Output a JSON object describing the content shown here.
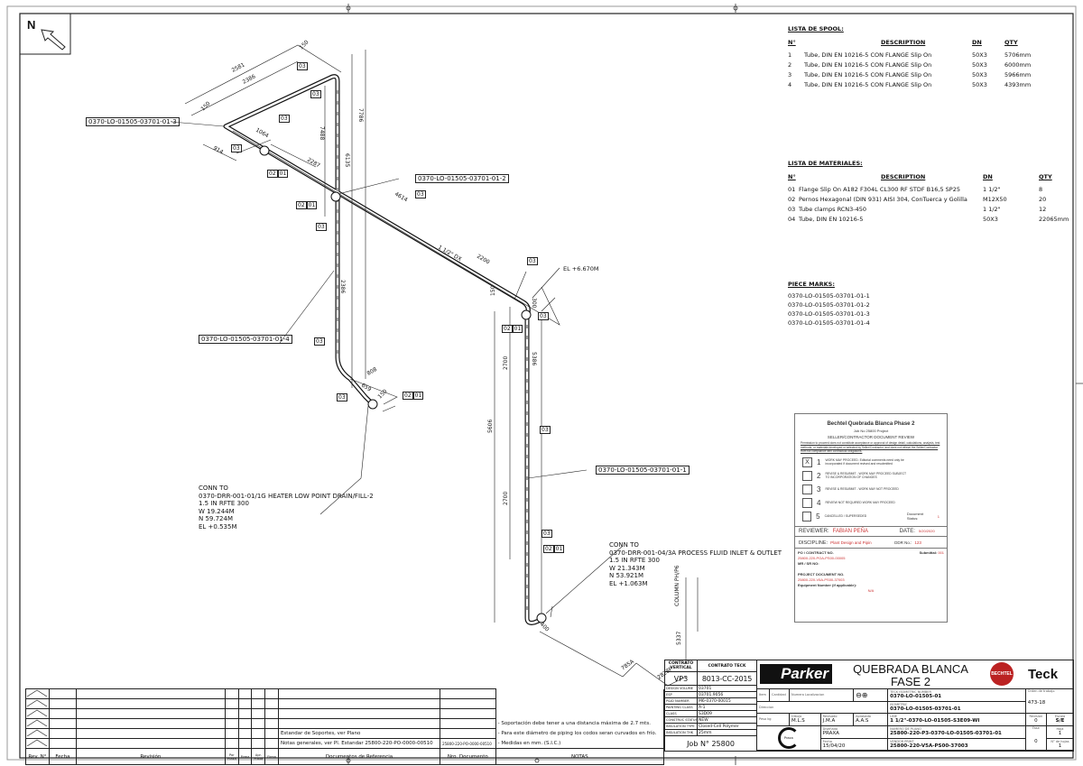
{
  "north_label": "N",
  "spool_list": {
    "title": "LISTA DE SPOOL:",
    "headers": [
      "N°",
      "DESCRIPTION",
      "DN",
      "QTY"
    ],
    "rows": [
      [
        "1",
        "Tube, DIN EN 10216-5 CON FLANGE Slip On",
        "50X3",
        "5706mm"
      ],
      [
        "2",
        "Tube, DIN EN 10216-5 CON FLANGE Slip On",
        "50X3",
        "6000mm"
      ],
      [
        "3",
        "Tube, DIN EN 10216-5 CON FLANGE Slip On",
        "50X3",
        "5966mm"
      ],
      [
        "4",
        "Tube, DIN EN 10216-5 CON FLANGE Slip On",
        "50X3",
        "4393mm"
      ]
    ]
  },
  "materials_list": {
    "title": "LISTA DE MATERIALES:",
    "headers": [
      "N°",
      "DESCRIPTION",
      "DN",
      "QTY"
    ],
    "rows": [
      [
        "01",
        "Flange Slip On A182 F304L  CL300 RF STDF B16,5 SP25",
        "1 1/2\"",
        "8"
      ],
      [
        "02",
        "Pernos Hexagonal (DIN 931) AISI 304, ConTuerca y Golilla",
        "M12X50",
        "20"
      ],
      [
        "03",
        "Tube clamps RCN3-450",
        "1 1/2\"",
        "12"
      ],
      [
        "04",
        "Tube, DIN EN 10216-5",
        "50X3",
        "22065mm"
      ]
    ]
  },
  "piece_marks": {
    "title": "PIECE MARKS:",
    "items": [
      "0370-LO-01505-03701-01-1",
      "0370-LO-01505-03701-01-2",
      "0370-LO-01505-03701-01-3",
      "0370-LO-01505-03701-01-4"
    ]
  },
  "drawing": {
    "clamp_tag": "03",
    "flange_tag_a": "02",
    "flange_tag_b": "01",
    "elevation": "EL +6.670M",
    "pipe_size": "1 1/2\" DX",
    "dims": [
      "2581",
      "2386",
      "150",
      "150",
      "1064",
      "914",
      "2287",
      "4614",
      "2200",
      "7786",
      "6135",
      "7488",
      "2386",
      "808",
      "659",
      "150",
      "300",
      "5386",
      "5606",
      "2700",
      "2700",
      "150",
      "400",
      "785A",
      "2828F",
      "5337"
    ],
    "conn1": {
      "lines": [
        "CONN  TO",
        "0370-DRR-001-01/1G HEATER LOW POINT DRAIN/FILL-2",
        "1.5 IN RFTE 300",
        "W 19.244M",
        "N 59.724M",
        "EL +0.535M"
      ]
    },
    "conn2": {
      "lines": [
        "CONN  TO",
        "0370-DRR-001-04/3A PROCESS FLUID INLET & OUTLET",
        "1.5 IN RFTE 300",
        "W 21.343M",
        "N 53.921M",
        "EL +1.063M"
      ]
    },
    "column_label": "COLUMN PH/P6"
  },
  "review_stamp": {
    "title": "Bechtel Quebrada Blanca Phase 2",
    "job": "Job No 25800 Project",
    "subtitle": "SELLER/CONTRACTOR DOCUMENT REVIEW",
    "disclaimer": "Permission to proceed does not constitute acceptance or approval of design detail, calculations, analysis, test methods, or materials developed or selected by Seller/Contractor, and does not relieve the Seller/Contractor from full compliance with contractual obligations.",
    "options": [
      {
        "num": "1",
        "text": "WORK MAY PROCEED. Editorial comments need only be incorporated if document revised and resubmitted",
        "checked": true,
        "mark": "X"
      },
      {
        "num": "2",
        "text": "REVISE & RESUBMIT - WORK MAY PROCEED SUBJECT TO INCORPORATION OF CHANGES",
        "checked": false
      },
      {
        "num": "3",
        "text": "REVISE & RESUBMIT - WORK MAY NOT PROCEED",
        "checked": false
      },
      {
        "num": "4",
        "text": "REVIEW NOT REQUIRED WORK MAY PROCEED",
        "checked": false
      },
      {
        "num": "5",
        "text": "CANCELLED / SUPERSEDED",
        "checked": false
      }
    ],
    "doc_status_label": "Document Status:",
    "doc_status": "1",
    "reviewer_label": "REVIEWER:",
    "reviewer": "FABIAN PEÑA",
    "date_label": "DATE:",
    "date": "5/20/2020",
    "discipline_label": "DISCIPLINE:",
    "discipline": "Plant Design and Pipin",
    "ddr_label": "DDR No.:",
    "ddr": "123",
    "po_label": "PO / CONTRACT NO.",
    "po": "25800-220-POA-PS00-00005",
    "submittal_label": "Submittal:",
    "submittal": "001",
    "mr_label": "MR / SR NO:",
    "project_doc_label": "PROJECT DOCUMENT NO.",
    "project_doc": "25800-220-V5A-PS00-37003",
    "equipment_label": "Equipment Number (if applicable):",
    "equipment": "N/A"
  },
  "title_block": {
    "contrato_vertical_label": "CONTRATO VERTICAL",
    "contrato_teck_label": "CONTRATO TECK",
    "contrato_vertical": "VP3",
    "contrato_teck": "8013-CC-2015",
    "props": [
      [
        "DESIGN VOLUME",
        "03701"
      ],
      [
        "ESP",
        "03701.9056"
      ],
      [
        "P&ID NUMBER",
        "M6-0370-00015"
      ],
      [
        "PAINTING CLASS",
        "A-1"
      ],
      [
        "CLASS",
        "S3D09"
      ],
      [
        "CONSTRUC STATUS",
        "NEW"
      ],
      [
        "INSULATION TYPE",
        "Closed-Cell Polymer"
      ],
      [
        "INSULATION THK",
        "25mm"
      ]
    ],
    "job": "Job N° 25800",
    "brand": "Parker",
    "project_title_1": "QUEBRADA BLANCA",
    "project_title_2": "FASE 2",
    "bechtel": "BECHTEL",
    "teck": "Teck",
    "item_label": "Item",
    "cantidad_label": "Cantidad",
    "numero_label": "Numero Localizacion",
    "direccion_label": "Direccion",
    "peso_label": "Peso kg",
    "dibujo_label": "Dibujo",
    "revisado_label": "Revisado",
    "aprobado_label": "Aprobado",
    "dibujo": "M.L.S",
    "revisado": "J.M.A",
    "aprobado": "A.A.S",
    "diseno_label": "Diseñado",
    "diseno": "PRAXA",
    "praxa_logo": "Praxa",
    "fecha_label": "Fecha",
    "fecha": "15/04/20",
    "teck_iso_label": "TECK ISOMETRIC NUMBER",
    "teck_iso": "0370-LO-01505-01",
    "isometric_label": "ISOMETRIC",
    "isometric": "0370-LO-01505-03701-01",
    "line_label": "LINE",
    "line": "1 1/2\"-0370-LO-01505-S3E09-WI",
    "plano_label": "NUMERO DE PLANO",
    "plano": "25800-220-P3-0370-LO-01505-03701-01",
    "vendor_label": "VENDOR PRINT",
    "vendor": "25800-220-V5A-PS00-37003",
    "orden_label": "Orden de trabajo",
    "orden": "473-18",
    "revision_label": "Revision",
    "revision": "0",
    "escala_label": "Escala",
    "escala": "S/E",
    "fase_label": "Fase",
    "fase": "0",
    "hoja_label": "Hoja",
    "hoja": "1",
    "nhojas_label": "N° de hojas",
    "nhojas": "1"
  },
  "revision_block": {
    "headers": [
      "Rev. N°",
      "Fecha",
      "Revisión",
      "Por Praxa",
      "Firma",
      "Apr. Praxa",
      "Firma",
      "Documentos de Referencia",
      "Nro. Documento",
      "NOTAS"
    ],
    "ref_docs": [
      "Estandar de Soportes, ver Plano",
      "Notas generales, ver Pl. Estandar 25800-220-PO-0000-00510"
    ],
    "ref_doc_number": "25800-220-PO-0000-00510",
    "notes": [
      "- Soportación debe tener a una distancia máxima de 2.7 mts.",
      "- Para este diámetro de piping los codos seran curvados en frío.",
      "- Medidas en mm. (S.I.C.)"
    ]
  }
}
